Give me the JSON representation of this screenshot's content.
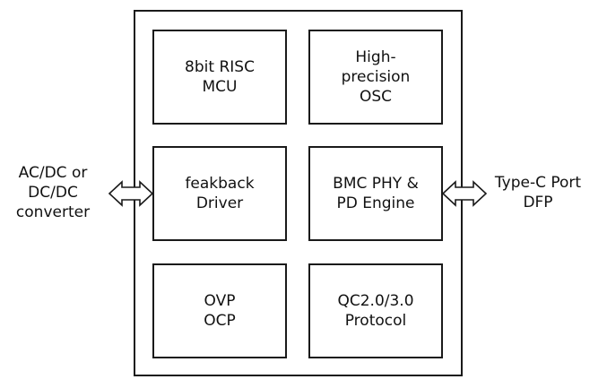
{
  "chip": {
    "blocks": [
      {
        "id": "mcu",
        "lines": [
          "8bit RISC",
          "MCU"
        ]
      },
      {
        "id": "osc",
        "lines": [
          "High-",
          "precision",
          "OSC"
        ]
      },
      {
        "id": "driver",
        "lines": [
          "feakback",
          "Driver"
        ]
      },
      {
        "id": "bmc",
        "lines": [
          "BMC PHY &",
          "PD Engine"
        ]
      },
      {
        "id": "ovp",
        "lines": [
          "OVP",
          "OCP"
        ]
      },
      {
        "id": "qc",
        "lines": [
          "QC2.0/3.0",
          "Protocol"
        ]
      }
    ]
  },
  "left_label": {
    "lines": [
      "AC/DC or",
      "DC/DC",
      "converter"
    ]
  },
  "right_label": {
    "lines": [
      "Type-C Port",
      "DFP"
    ]
  }
}
